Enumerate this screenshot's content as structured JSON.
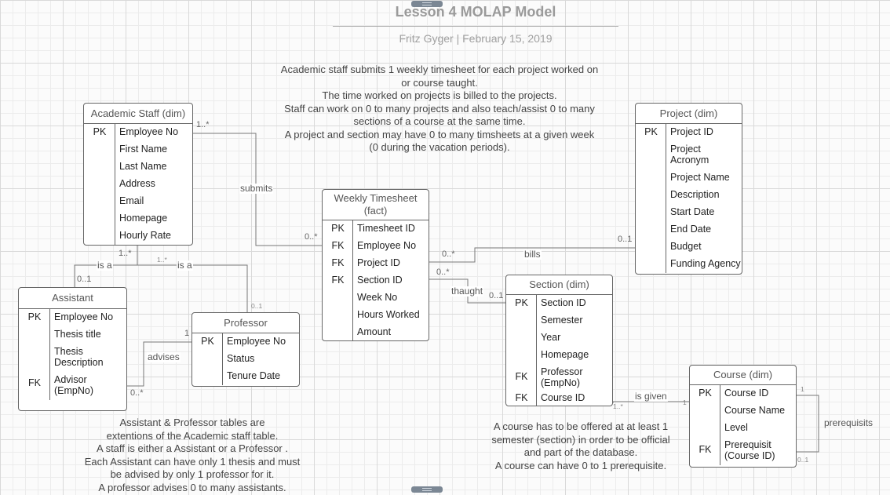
{
  "header": {
    "title": "Lesson 4 MOLAP Model",
    "author": "Fritz Gyger",
    "separator": "|",
    "date": "February 15, 2019"
  },
  "notes": {
    "top": [
      "Academic staff submits 1 weekly timesheet for each project worked on",
      "or course taught.",
      "The time worked on projects is billed to the projects.",
      "Staff can work on 0 to many projects and also teach/assist 0 to many",
      "sections of a course at the same time.",
      "A project and section may have 0 to many timsheets at a given week",
      "(0 during the vacation periods)."
    ],
    "bottom_left": [
      "Assistant & Professor tables are",
      "extentions of the  Academic staff table.",
      "A staff is either a Assistant or a Professor .",
      "Each Assistant can have only 1 thesis and must",
      "be advised by only 1 professor for it.",
      "A professor advises 0 to many assistants."
    ],
    "bottom_right": [
      "A course has to be offered at at least 1",
      "semester (section) in order to be official",
      "and part of the database.",
      "A course can have 0 to 1 prerequisite."
    ]
  },
  "entities": {
    "academic_staff": {
      "title": "Academic Staff (dim)",
      "rows": [
        {
          "key": "PK",
          "name": "Employee No"
        },
        {
          "key": "",
          "name": "First Name"
        },
        {
          "key": "",
          "name": "Last Name"
        },
        {
          "key": "",
          "name": "Address"
        },
        {
          "key": "",
          "name": "Email"
        },
        {
          "key": "",
          "name": "Homepage"
        },
        {
          "key": "",
          "name": "Hourly Rate"
        }
      ]
    },
    "assistant": {
      "title": "Assistant",
      "rows": [
        {
          "key": "PK",
          "name": "Employee No"
        },
        {
          "key": "",
          "name": "Thesis title"
        },
        {
          "key": "",
          "name": "Thesis Description"
        },
        {
          "key": "FK",
          "name": "Advisor (EmpNo)"
        }
      ]
    },
    "professor": {
      "title": "Professor",
      "rows": [
        {
          "key": "PK",
          "name": "Employee No"
        },
        {
          "key": "",
          "name": "Status"
        },
        {
          "key": "",
          "name": "Tenure Date"
        }
      ]
    },
    "weekly_timesheet": {
      "title": "Weekly Timesheet (fact)",
      "rows": [
        {
          "key": "PK",
          "name": "Timesheet ID"
        },
        {
          "key": "FK",
          "name": "Employee No"
        },
        {
          "key": "FK",
          "name": "Project ID"
        },
        {
          "key": "FK",
          "name": "Section ID"
        },
        {
          "key": "",
          "name": "Week No"
        },
        {
          "key": "",
          "name": "Hours Worked"
        },
        {
          "key": "",
          "name": "Amount"
        }
      ]
    },
    "project": {
      "title": "Project (dim)",
      "rows": [
        {
          "key": "PK",
          "name": "Project ID"
        },
        {
          "key": "",
          "name": "Project Acronym"
        },
        {
          "key": "",
          "name": "Project Name"
        },
        {
          "key": "",
          "name": "Description"
        },
        {
          "key": "",
          "name": "Start Date"
        },
        {
          "key": "",
          "name": "End Date"
        },
        {
          "key": "",
          "name": "Budget"
        },
        {
          "key": "",
          "name": "Funding Agency"
        }
      ]
    },
    "section": {
      "title": "Section (dim)",
      "rows": [
        {
          "key": "PK",
          "name": "Section ID"
        },
        {
          "key": "",
          "name": "Semester"
        },
        {
          "key": "",
          "name": "Year"
        },
        {
          "key": "",
          "name": "Homepage"
        },
        {
          "key": "FK",
          "name": "Professor (EmpNo)"
        },
        {
          "key": "FK",
          "name": "Course ID"
        }
      ]
    },
    "course": {
      "title": "Course (dim)",
      "rows": [
        {
          "key": "PK",
          "name": "Course ID"
        },
        {
          "key": "",
          "name": "Course Name"
        },
        {
          "key": "",
          "name": "Level"
        },
        {
          "key": "FK",
          "name": "Prerequisit (Course ID)"
        }
      ]
    }
  },
  "relationships": {
    "submits": {
      "label": "submits",
      "from_mult": "1..*",
      "to_mult": "0..*"
    },
    "bills": {
      "label": "bills",
      "from_mult": "0..*",
      "to_mult": "0..1"
    },
    "thaught": {
      "label": "thaught",
      "from_mult": "0..*",
      "to_mult": "0..1"
    },
    "is_a_assistant": {
      "label": "is a",
      "from_mult": "1..*",
      "to_mult": "0..1"
    },
    "is_a_professor": {
      "label": "is a",
      "from_mult": "1..*",
      "to_mult": "0..1"
    },
    "advises": {
      "label": "advises",
      "from_mult": "1",
      "to_mult": "0..*"
    },
    "is_given": {
      "label": "is given",
      "from_mult": "1..*",
      "to_mult": "1"
    },
    "prerequisites": {
      "label": "prerequisits",
      "from_mult": "1",
      "to_mult": "0..1"
    }
  }
}
